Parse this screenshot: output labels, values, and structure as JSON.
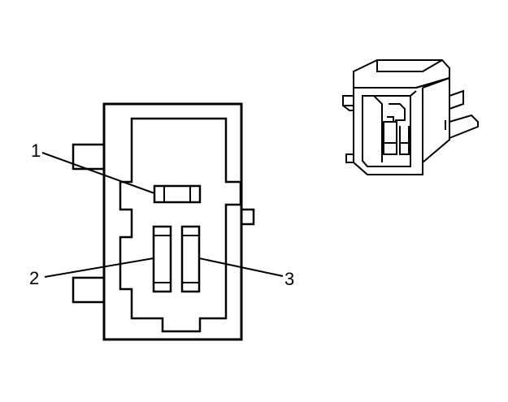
{
  "diagram": {
    "callouts": [
      {
        "id": "1",
        "label": "1"
      },
      {
        "id": "2",
        "label": "2"
      },
      {
        "id": "3",
        "label": "3"
      }
    ],
    "colors": {
      "stroke": "#000000",
      "background": "#ffffff"
    }
  }
}
